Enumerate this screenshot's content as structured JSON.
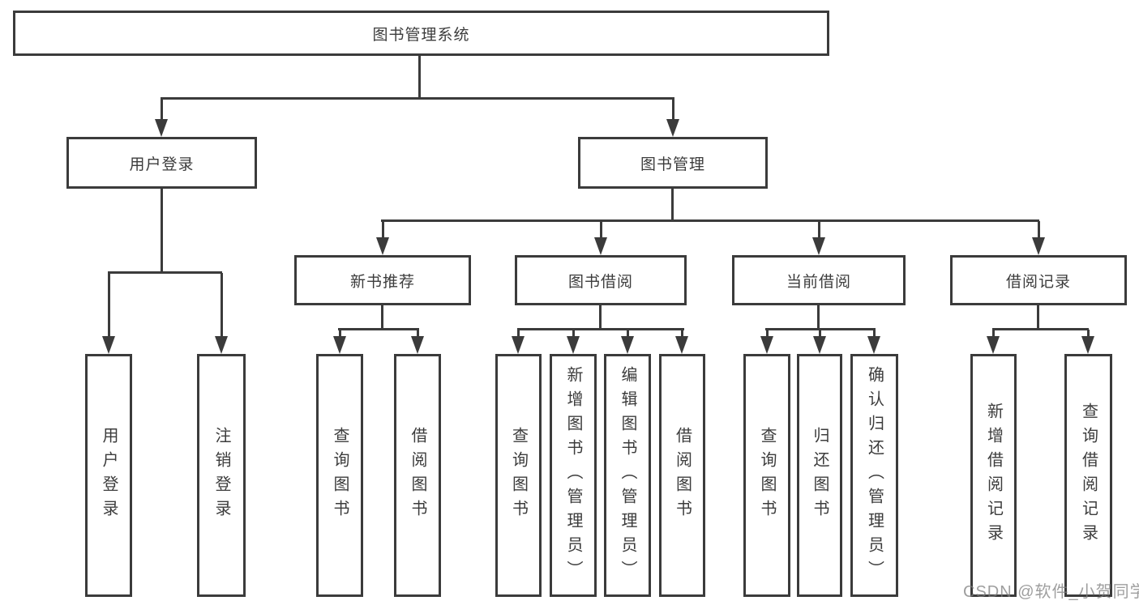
{
  "diagram": {
    "root": {
      "label": "图书管理系统"
    },
    "level2": [
      {
        "id": "user-login",
        "label": "用户登录"
      },
      {
        "id": "book-management",
        "label": "图书管理"
      }
    ],
    "level3": [
      {
        "id": "new-book-recommend",
        "label": "新书推荐"
      },
      {
        "id": "book-borrowing",
        "label": "图书借阅"
      },
      {
        "id": "current-borrowing",
        "label": "当前借阅"
      },
      {
        "id": "borrow-records",
        "label": "借阅记录"
      }
    ],
    "leaves": {
      "user_login": [
        "用户登录",
        "注销登录"
      ],
      "new_book_recommend": [
        "查询图书",
        "借阅图书"
      ],
      "book_borrowing": [
        "查询图书",
        "新增图书（管理员）",
        "编辑图书（管理员）",
        "借阅图书"
      ],
      "current_borrowing": [
        "查询图书",
        "归还图书",
        "确认归还（管理员）"
      ],
      "borrow_records": [
        "新增借阅记录",
        "查询借阅记录"
      ]
    }
  },
  "watermark": {
    "text": "CSDN @软件_小贺同学",
    "color": "#7d7d7d"
  },
  "colors": {
    "line": "#3b3b3b",
    "text": "#3c3c3c",
    "background": "#ffffff"
  }
}
